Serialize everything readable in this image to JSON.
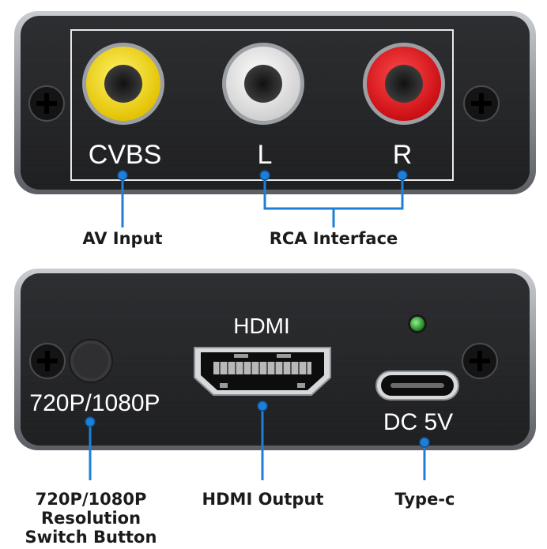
{
  "colors": {
    "accent_blue": "#1f7fd6",
    "panel_dark": "#232426",
    "rca_yellow": "#f2d200",
    "rca_white": "#e9e9e9",
    "rca_red": "#e3171d",
    "led_green": "#2fae2f"
  },
  "top_panel": {
    "labels": {
      "cvbs": "CVBS",
      "left": "L",
      "right": "R"
    },
    "jacks": [
      "yellow-rca-jack",
      "white-rca-jack",
      "red-rca-jack"
    ]
  },
  "bottom_panel": {
    "labels": {
      "hdmi": "HDMI",
      "resolution": "720P/1080P",
      "power": "DC 5V"
    },
    "icons": [
      "screw-icon",
      "push-button",
      "hdmi-port",
      "usb-c-port",
      "led-indicator"
    ]
  },
  "callouts": {
    "av_input": "AV Input",
    "rca_interface": "RCA Interface",
    "hdmi_output": "HDMI Output",
    "type_c": "Type-c",
    "switch_button": {
      "line1": "720P/1080P",
      "line2": "Resolution",
      "line3": "Switch Button"
    }
  }
}
